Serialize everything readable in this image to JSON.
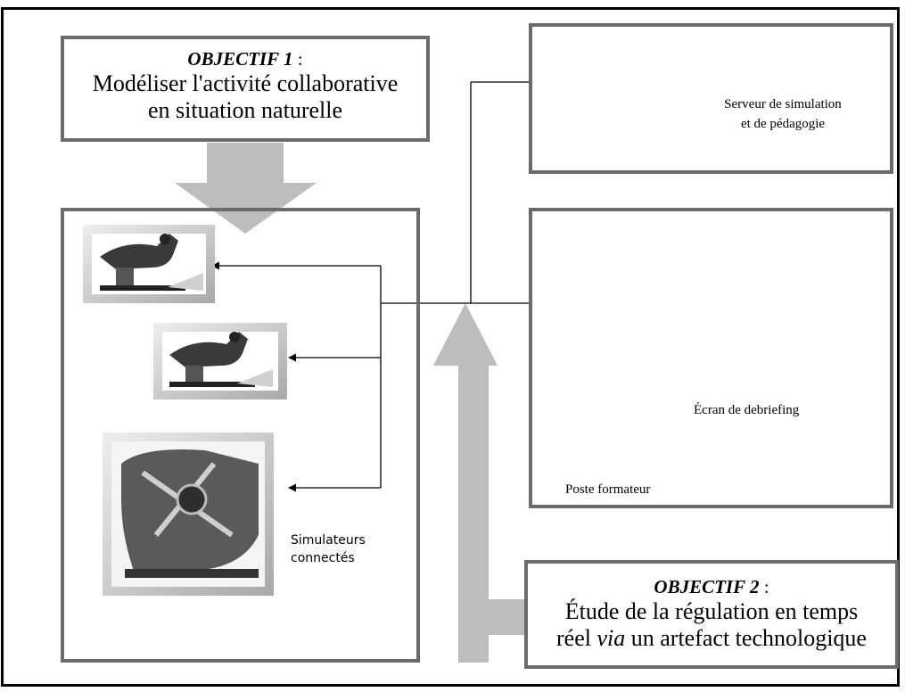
{
  "objective1": {
    "title": "OBJECTIF 1",
    "colon": " :",
    "line1": "Modéliser l'activité collaborative",
    "line2": "en situation naturelle"
  },
  "objective2": {
    "title": "OBJECTIF 2",
    "colon": " :",
    "line1": "Étude de la régulation en temps",
    "line2_pre": "réel ",
    "line2_italic": "via",
    "line2_post": " un artefact technologique"
  },
  "server": {
    "line1": "Serveur de simulation",
    "line2": "et de pédagogie"
  },
  "debrief_label": "Écran de debriefing",
  "poste_label": "Poste formateur",
  "simulators": {
    "line1": "Simulateurs",
    "line2": "connectés"
  },
  "colors": {
    "frame": "#000000",
    "box_border": "#6b6b6b",
    "big_arrow": "#bdbdbd"
  },
  "icons": [
    "server-icon",
    "computer-icon",
    "debrief-screen-icon",
    "motorcycle-simulator-icon",
    "car-simulator-icon"
  ]
}
